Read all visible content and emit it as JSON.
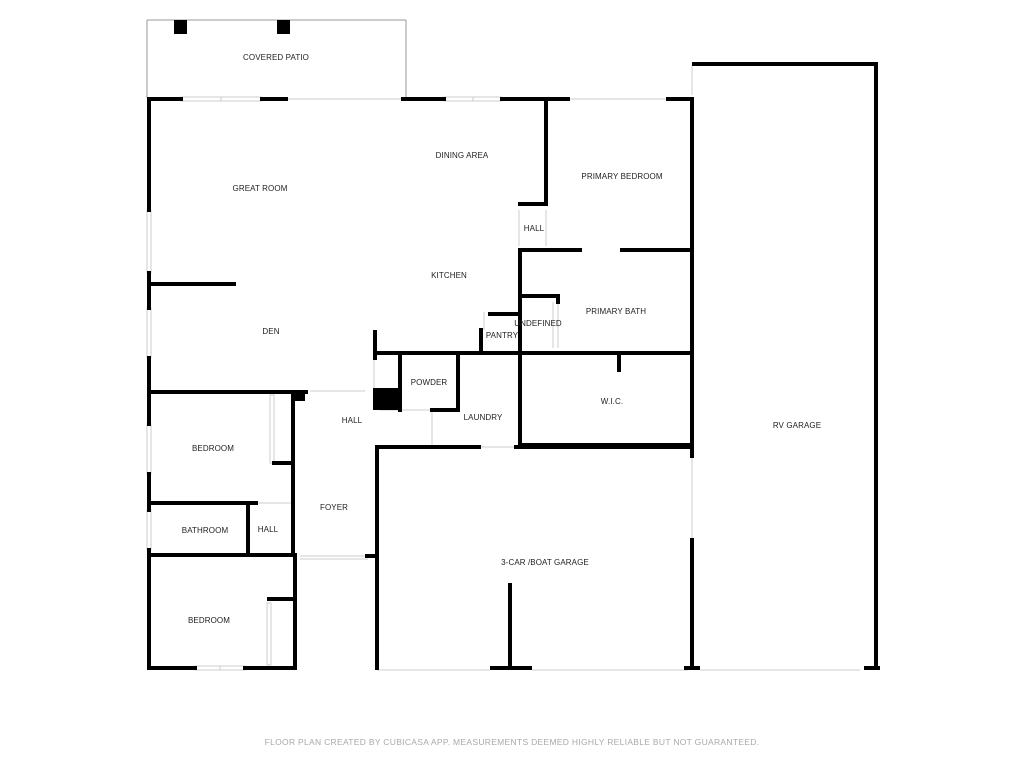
{
  "rooms": {
    "covered_patio": "COVERED PATIO",
    "great_room": "GREAT ROOM",
    "dining_area": "DINING AREA",
    "primary_bedroom": "PRIMARY BEDROOM",
    "hall_upper": "HALL",
    "kitchen": "KITCHEN",
    "primary_bath": "PRIMARY BATH",
    "undefined": "UNDEFINED",
    "pantry": "PANTRY",
    "den": "DEN",
    "powder": "POWDER",
    "hall_center": "HALL",
    "laundry": "LAUNDRY",
    "wic": "W.I.C.",
    "rv_garage": "RV GARAGE",
    "bedroom_upper": "BEDROOM",
    "foyer": "FOYER",
    "bathroom": "BATHROOM",
    "hall_lower": "HALL",
    "garage": "3-CAR /BOAT GARAGE",
    "bedroom_lower": "BEDROOM"
  },
  "footer": {
    "text": "FLOOR PLAN CREATED BY CUBICASA APP. MEASUREMENTS DEEMED HIGHLY RELIABLE BUT NOT GUARANTEED."
  },
  "colors": {
    "wall": "#000000",
    "thin_line": "#999999",
    "opening": "#cccccc",
    "footer_text": "#a9a9a9"
  }
}
